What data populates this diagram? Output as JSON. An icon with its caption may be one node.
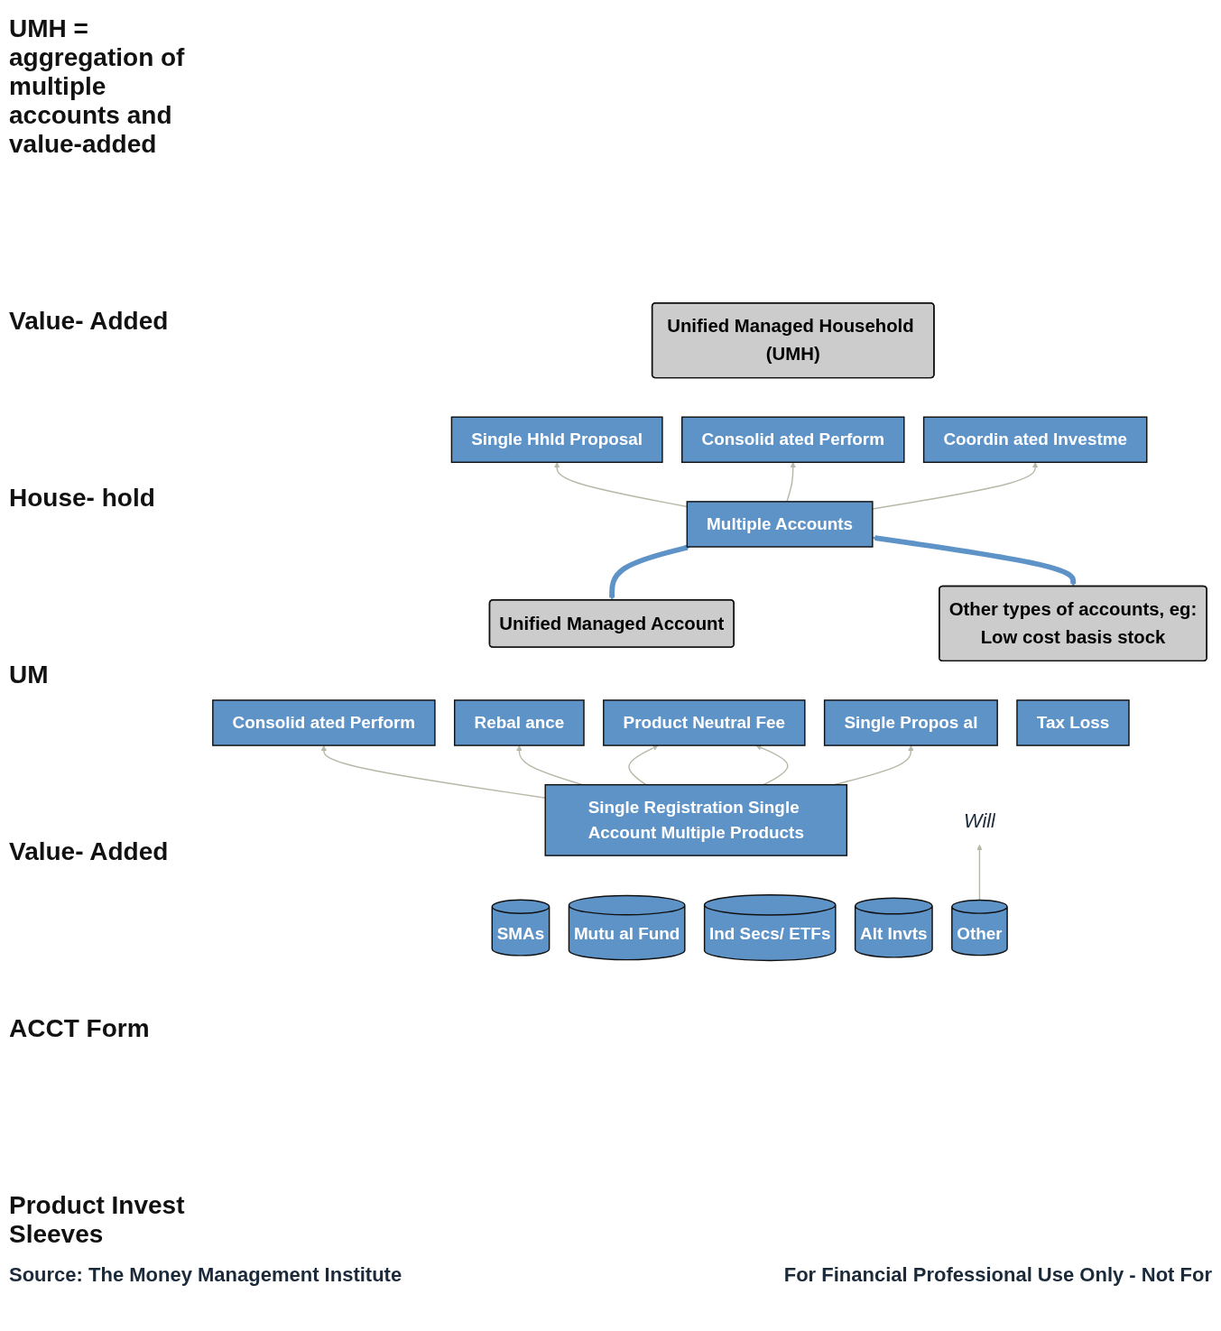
{
  "diagram": {
    "nodes": [
      {
        "text": [
          "Unified Managed Household (UMH)"
        ]
      },
      {
        "text": [
          "Single Hhld Proposal"
        ]
      },
      {
        "text": [
          "Consolid ated Perform"
        ]
      },
      {
        "text": [
          "Coordin ated Investme"
        ]
      },
      {
        "text": [
          "Multiple Accounts"
        ]
      },
      {
        "text": [
          "Unified Managed Account"
        ]
      },
      {
        "text": [
          "Other types of accounts, eg:",
          "Low cost basis stock"
        ]
      },
      {
        "text": [
          "Consolid ated Perform"
        ]
      },
      {
        "text": [
          "Rebal ance"
        ]
      },
      {
        "text": [
          "Product Neutral Fee"
        ]
      },
      {
        "text": [
          "Single Propos al"
        ]
      },
      {
        "text": [
          "Tax Loss"
        ]
      },
      {
        "text": [
          "Single Registration Single Account Multiple Products"
        ]
      },
      {
        "text": [
          "SMAs"
        ]
      },
      {
        "text": [
          "Mutu al Fund"
        ]
      },
      {
        "text": [
          "Ind Secs/ ETFs"
        ]
      },
      {
        "text": [
          "Alt Invts"
        ]
      },
      {
        "text": [
          "Other"
        ]
      },
      {
        "text": [
          "Will"
        ]
      }
    ],
    "edges": [
      {
        "from": 4,
        "to": 1,
        "arrow": "to"
      },
      {
        "from": 4,
        "to": 2,
        "arrow": "to"
      },
      {
        "from": 4,
        "to": 3,
        "arrow": "to"
      },
      {
        "from": 5,
        "to": 4,
        "arrow": "both",
        "style": "thick",
        "color": "#5e93c8"
      },
      {
        "from": 6,
        "to": 4,
        "arrow": "both",
        "style": "thick",
        "color": "#5e93c8"
      },
      {
        "from": 12,
        "to": 7,
        "arrow": "to"
      },
      {
        "from": 12,
        "to": 8,
        "arrow": "to"
      },
      {
        "from": 12,
        "to": 9,
        "arrow": "to"
      },
      {
        "from": 12,
        "to": 9,
        "arrow": "to"
      },
      {
        "from": 12,
        "to": 10,
        "arrow": "to"
      },
      {
        "from": 17,
        "to": 18,
        "arrow": "to"
      }
    ],
    "labels": [
      "UMH = aggregation of multiple accounts and value-added",
      "Value- Added",
      "House- hold",
      "UM",
      "Value- Added",
      "ACCT Form",
      "Product Invest Sleeves",
      "Source: The Money Management Institute",
      "For Financial Professional Use Only - Not For"
    ]
  }
}
